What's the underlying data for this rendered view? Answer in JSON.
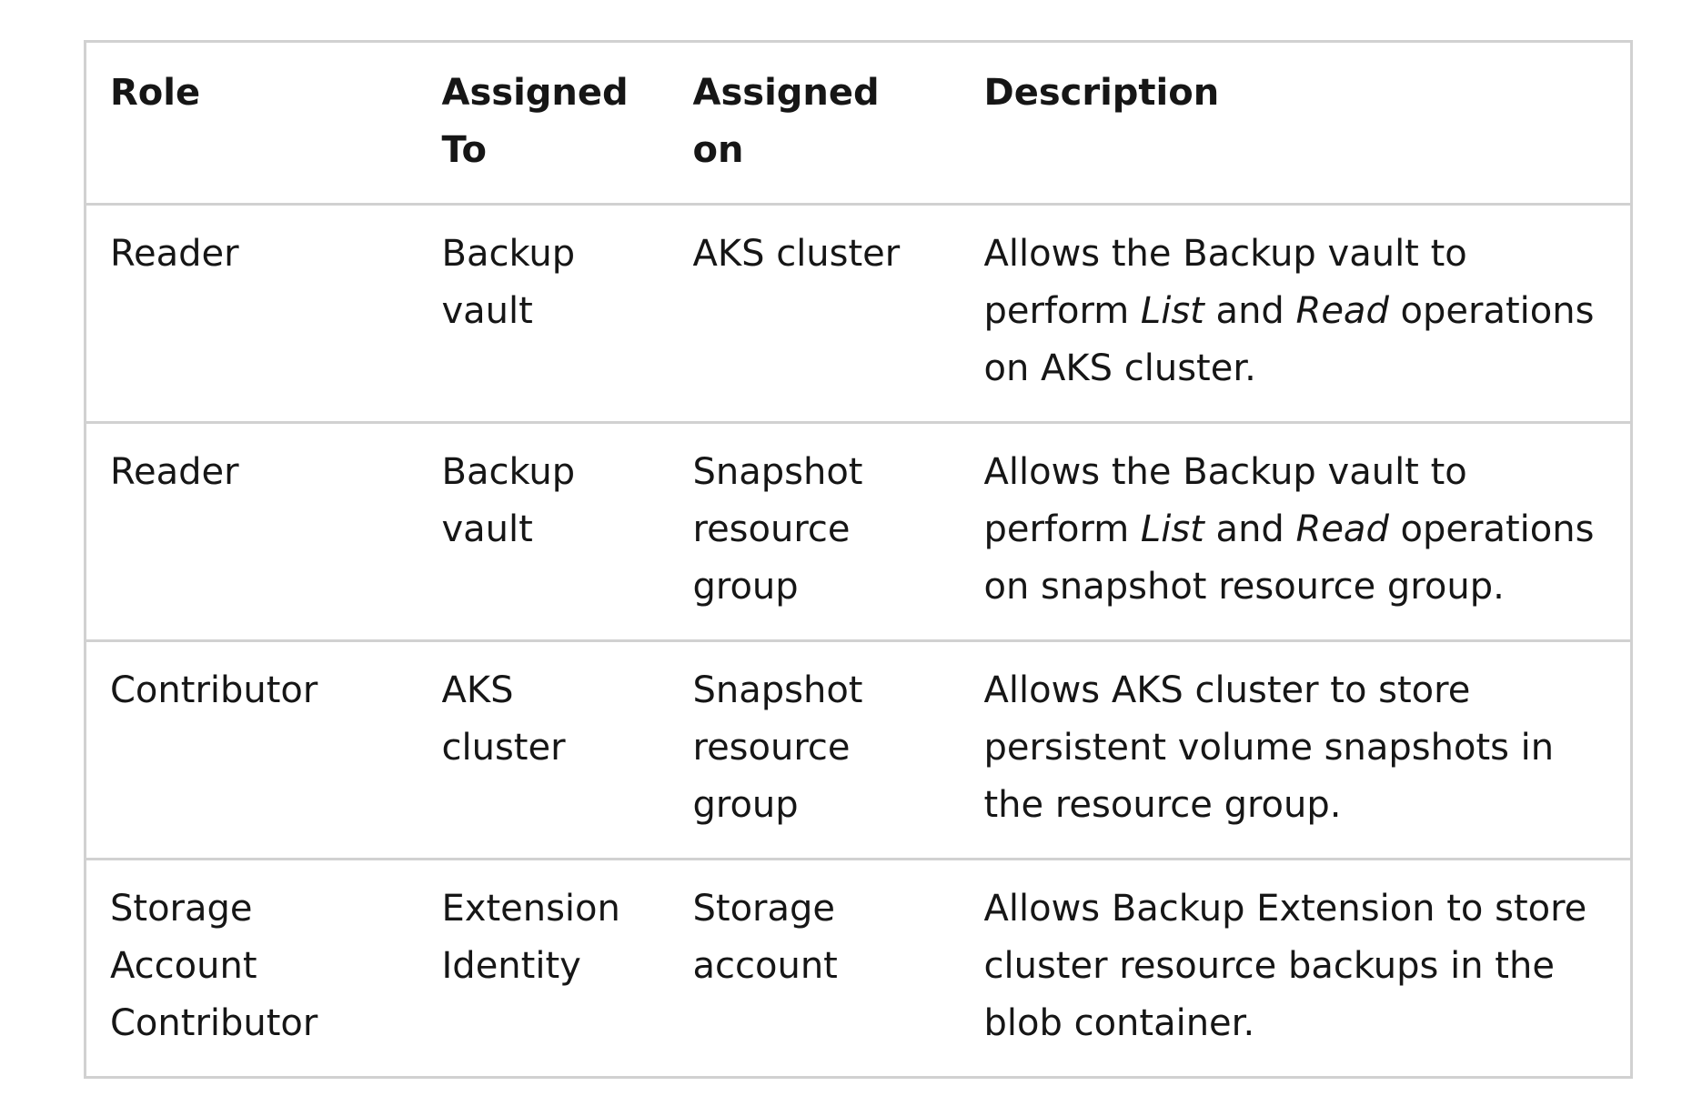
{
  "table": {
    "headers": {
      "role": "Role",
      "assigned_to": "Assigned To",
      "assigned_on": "Assigned on",
      "description": "Description"
    },
    "rows": [
      {
        "role": "Reader",
        "assigned_to": "Backup vault",
        "assigned_on": "AKS cluster",
        "description": {
          "prefix": "Allows the Backup vault to perform ",
          "em1": "List",
          "middle": " and ",
          "em2": "Read",
          "suffix": " operations on AKS cluster."
        }
      },
      {
        "role": "Reader",
        "assigned_to": "Backup vault",
        "assigned_on": "Snapshot resource group",
        "description": {
          "prefix": "Allows the Backup vault to perform ",
          "em1": "List",
          "middle": " and ",
          "em2": "Read",
          "suffix": " operations on snapshot resource group."
        }
      },
      {
        "role": "Contributor",
        "assigned_to": "AKS cluster",
        "assigned_on": "Snapshot resource group",
        "description": {
          "text": "Allows AKS cluster to store persistent volume snapshots in the resource group."
        }
      },
      {
        "role": "Storage Account Contributor",
        "assigned_to": "Extension Identity",
        "assigned_on": "Storage account",
        "description": {
          "text": "Allows Backup Extension to store cluster resource backups in the blob container."
        }
      }
    ]
  }
}
